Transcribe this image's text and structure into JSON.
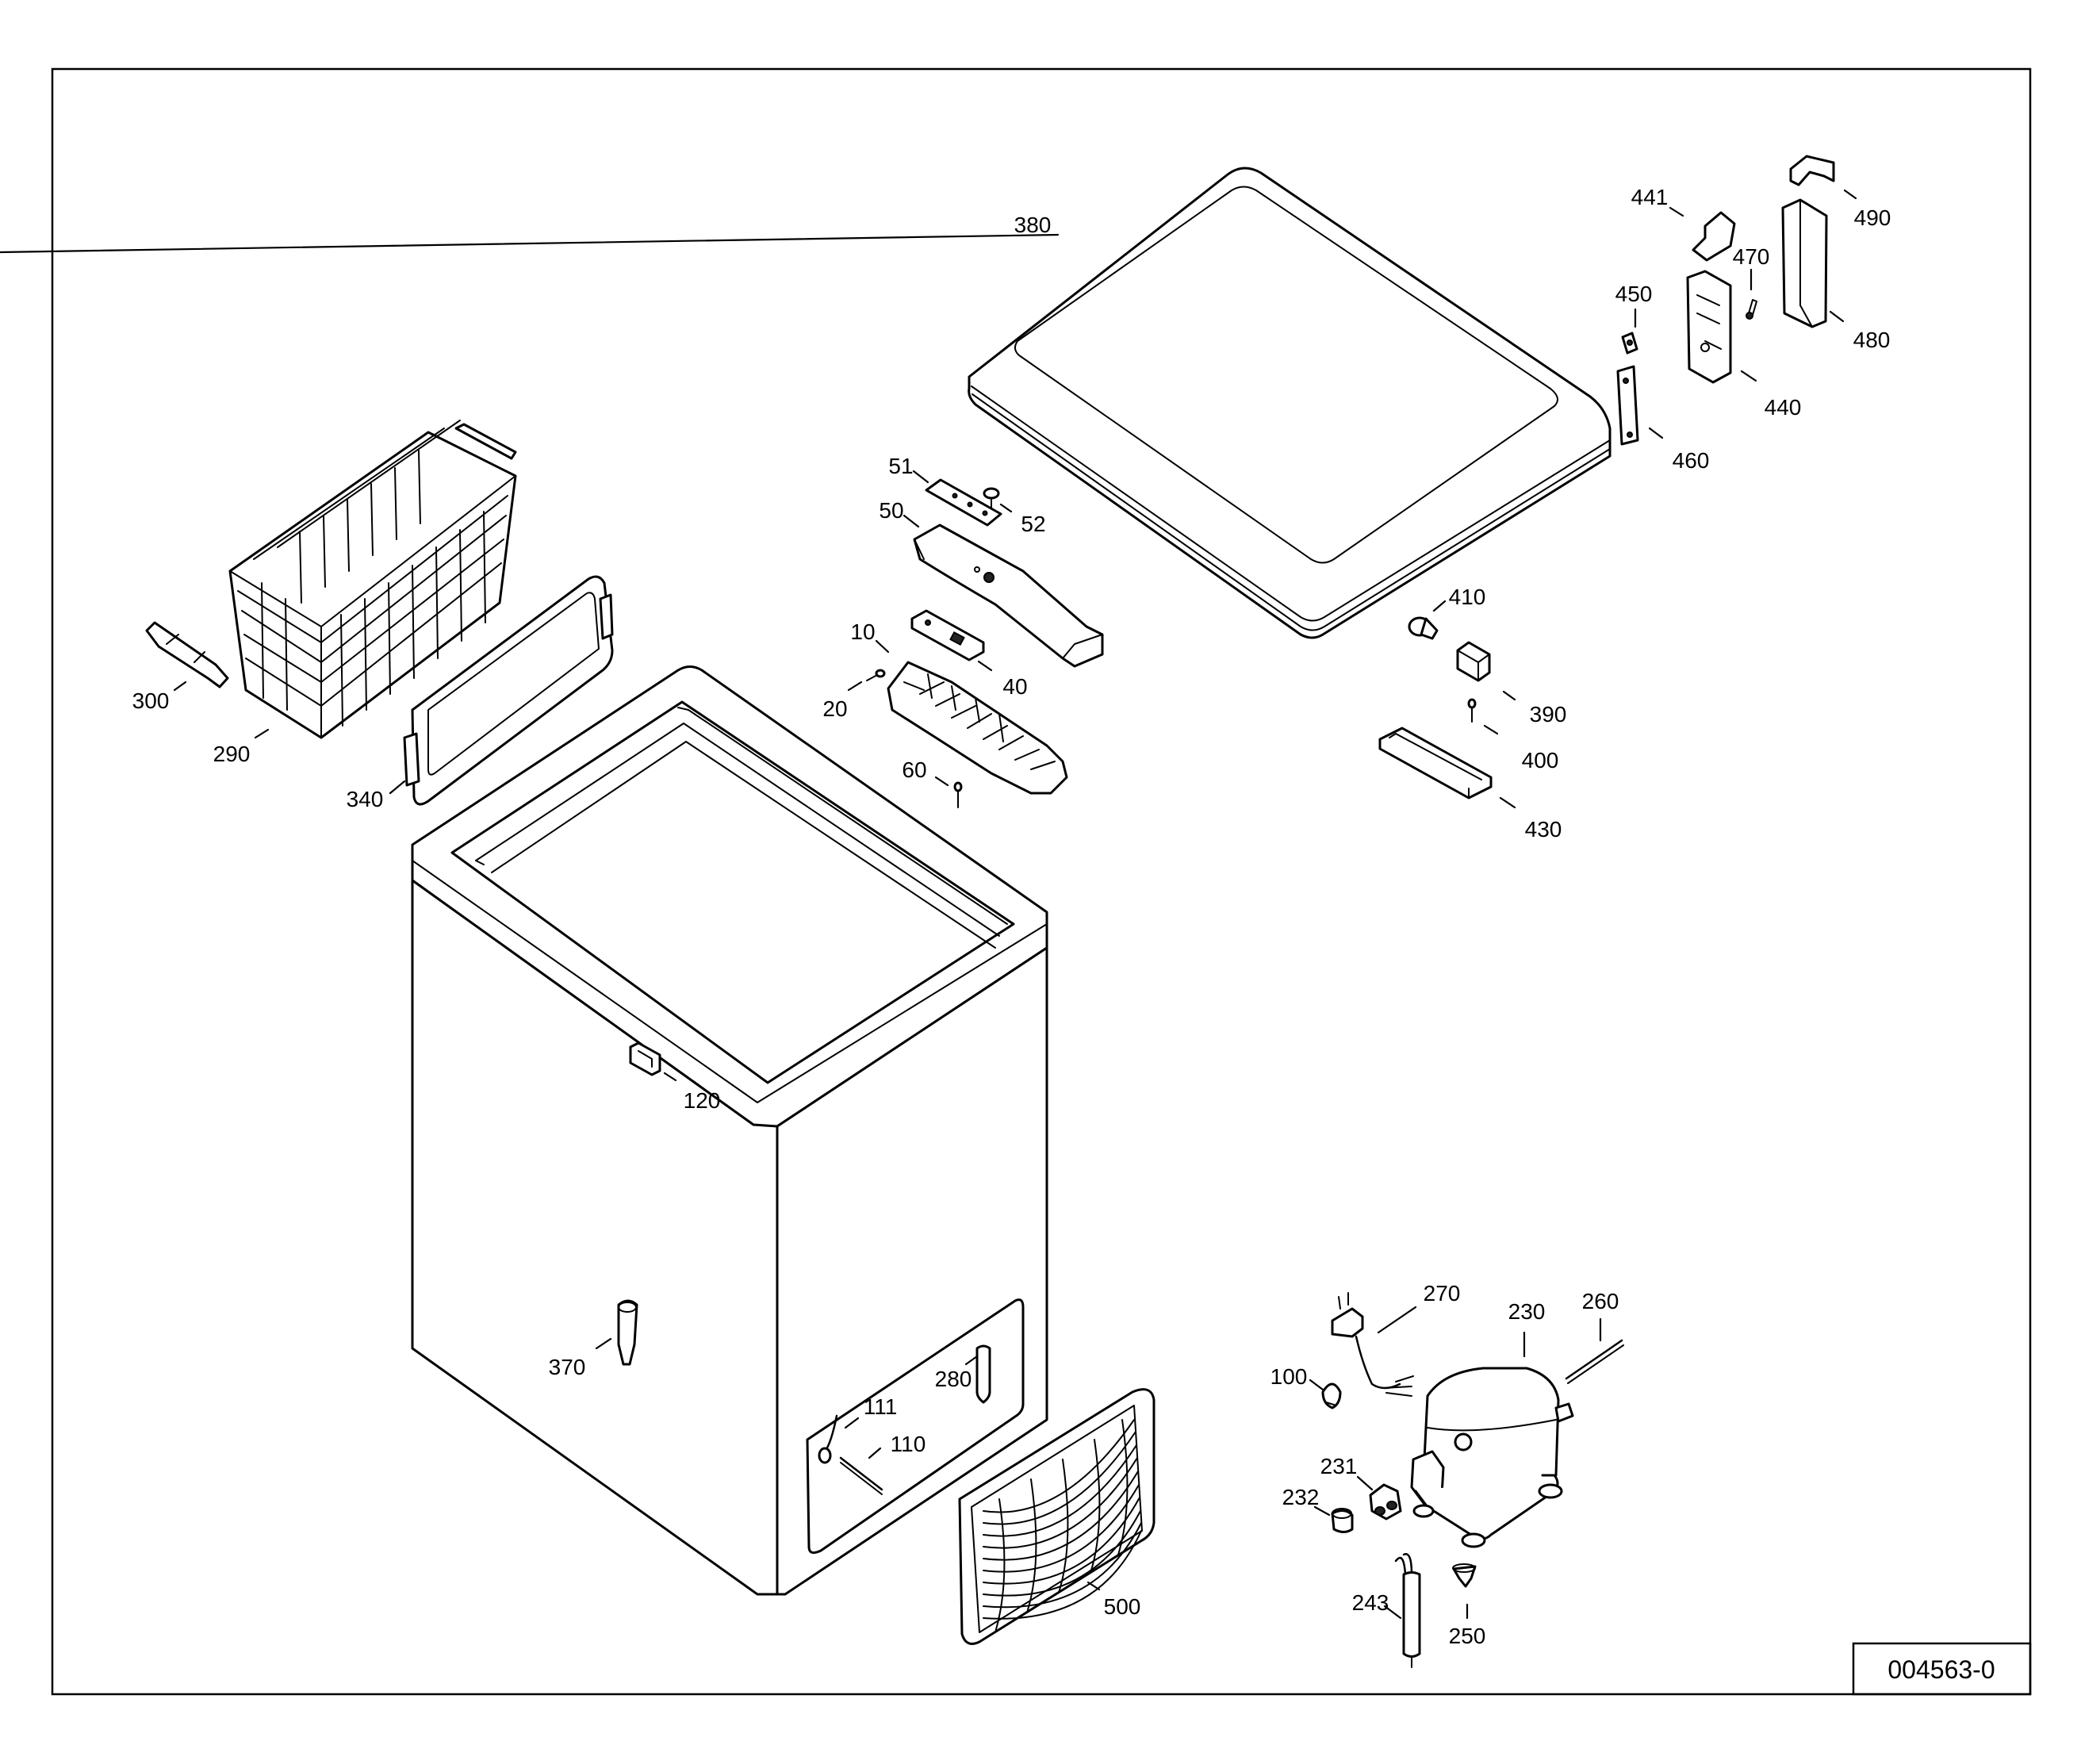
{
  "drawing_code": "004563-0",
  "callouts": [
    {
      "id": "c380",
      "text": "380"
    },
    {
      "id": "c441",
      "text": "441"
    },
    {
      "id": "c490",
      "text": "490"
    },
    {
      "id": "c470",
      "text": "470"
    },
    {
      "id": "c450",
      "text": "450"
    },
    {
      "id": "c480",
      "text": "480"
    },
    {
      "id": "c440",
      "text": "440"
    },
    {
      "id": "c460",
      "text": "460"
    },
    {
      "id": "c51",
      "text": "51"
    },
    {
      "id": "c52",
      "text": "52"
    },
    {
      "id": "c50",
      "text": "50"
    },
    {
      "id": "c410",
      "text": "410"
    },
    {
      "id": "c10",
      "text": "10"
    },
    {
      "id": "c40",
      "text": "40"
    },
    {
      "id": "c20",
      "text": "20"
    },
    {
      "id": "c390",
      "text": "390"
    },
    {
      "id": "c400",
      "text": "400"
    },
    {
      "id": "c60",
      "text": "60"
    },
    {
      "id": "c430",
      "text": "430"
    },
    {
      "id": "c300",
      "text": "300"
    },
    {
      "id": "c290",
      "text": "290"
    },
    {
      "id": "c340",
      "text": "340"
    },
    {
      "id": "c120",
      "text": "120"
    },
    {
      "id": "c370",
      "text": "370"
    },
    {
      "id": "c280",
      "text": "280"
    },
    {
      "id": "c111",
      "text": "111"
    },
    {
      "id": "c110",
      "text": "110"
    },
    {
      "id": "c500",
      "text": "500"
    },
    {
      "id": "c270",
      "text": "270"
    },
    {
      "id": "c230",
      "text": "230"
    },
    {
      "id": "c260",
      "text": "260"
    },
    {
      "id": "c100",
      "text": "100"
    },
    {
      "id": "c231",
      "text": "231"
    },
    {
      "id": "c232",
      "text": "232"
    },
    {
      "id": "c243",
      "text": "243"
    },
    {
      "id": "c250",
      "text": "250"
    }
  ]
}
